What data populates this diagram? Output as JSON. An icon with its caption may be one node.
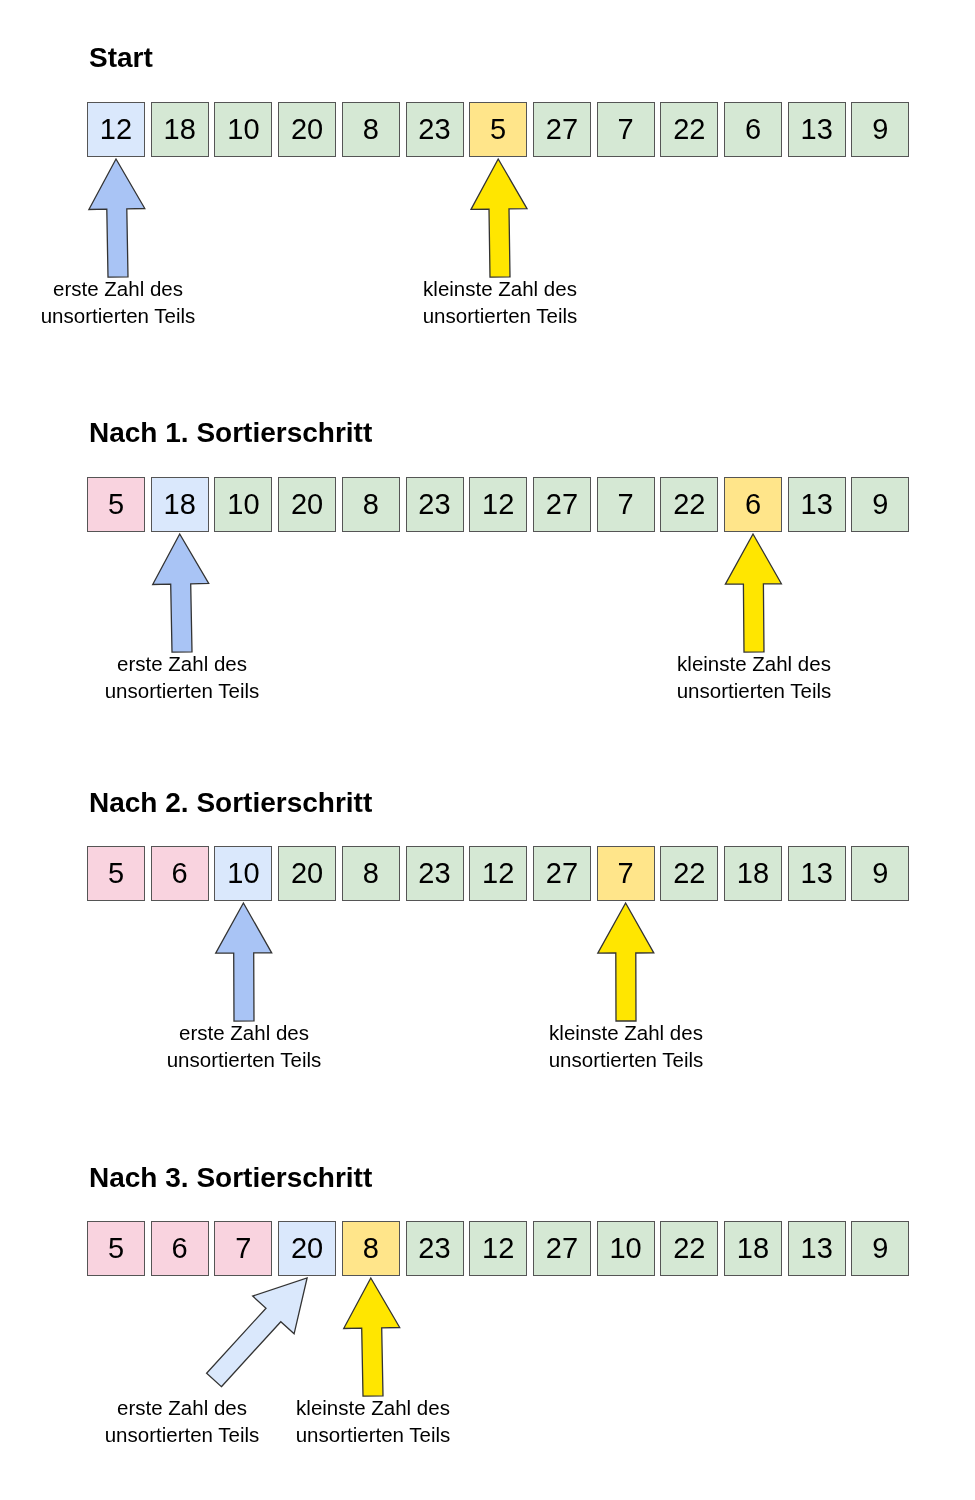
{
  "diagram": {
    "nodes": [
      {
        "text": [
          "12"
        ]
      },
      {
        "text": [
          "18"
        ]
      },
      {
        "text": [
          "10"
        ]
      },
      {
        "text": [
          "20"
        ]
      },
      {
        "text": [
          "8"
        ]
      },
      {
        "text": [
          "23"
        ]
      },
      {
        "text": [
          "5"
        ]
      },
      {
        "text": [
          "27"
        ]
      },
      {
        "text": [
          "7"
        ]
      },
      {
        "text": [
          "22"
        ]
      },
      {
        "text": [
          "6"
        ]
      },
      {
        "text": [
          "13"
        ]
      },
      {
        "text": [
          "9"
        ]
      },
      {
        "text": [
          "erste Zahl des unsortierten Teils"
        ]
      },
      {
        "text": [
          "kleinste Zahl des unsortierten Teils"
        ]
      },
      {
        "text": [
          "5"
        ]
      },
      {
        "text": [
          "18"
        ]
      },
      {
        "text": [
          "10"
        ]
      },
      {
        "text": [
          "20"
        ]
      },
      {
        "text": [
          "8"
        ]
      },
      {
        "text": [
          "23"
        ]
      },
      {
        "text": [
          "12"
        ]
      },
      {
        "text": [
          "27"
        ]
      },
      {
        "text": [
          "7"
        ]
      },
      {
        "text": [
          "22"
        ]
      },
      {
        "text": [
          "6"
        ]
      },
      {
        "text": [
          "13"
        ]
      },
      {
        "text": [
          "9"
        ]
      },
      {
        "text": [
          "erste Zahl des unsortierten Teils"
        ]
      },
      {
        "text": [
          "kleinste Zahl des unsortierten Teils"
        ]
      },
      {
        "text": [
          "5"
        ]
      },
      {
        "text": [
          "6"
        ]
      },
      {
        "text": [
          "10"
        ]
      },
      {
        "text": [
          "20"
        ]
      },
      {
        "text": [
          "8"
        ]
      },
      {
        "text": [
          "23"
        ]
      },
      {
        "text": [
          "12"
        ]
      },
      {
        "text": [
          "27"
        ]
      },
      {
        "text": [
          "7"
        ]
      },
      {
        "text": [
          "22"
        ]
      },
      {
        "text": [
          "18"
        ]
      },
      {
        "text": [
          "13"
        ]
      },
      {
        "text": [
          "9"
        ]
      },
      {
        "text": [
          "erste Zahl des unsortierten Teils"
        ]
      },
      {
        "text": [
          "kleinste Zahl des unsortierten Teils"
        ]
      },
      {
        "text": [
          "5"
        ]
      },
      {
        "text": [
          "6"
        ]
      },
      {
        "text": [
          "7"
        ]
      },
      {
        "text": [
          "20"
        ]
      },
      {
        "text": [
          "8"
        ]
      },
      {
        "text": [
          "23"
        ]
      },
      {
        "text": [
          "12"
        ]
      },
      {
        "text": [
          "27"
        ]
      },
      {
        "text": [
          "10"
        ]
      },
      {
        "text": [
          "22"
        ]
      },
      {
        "text": [
          "18"
        ]
      },
      {
        "text": [
          "13"
        ]
      },
      {
        "text": [
          "9"
        ]
      },
      {
        "text": [
          "erste Zahl des unsortierten Teils"
        ]
      },
      {
        "text": [
          "kleinste Zahl des unsortierten Teils"
        ]
      }
    ],
    "edges": [
      {
        "from": 13,
        "to": 0,
        "arrow": "to",
        "color": "#a9c4f5"
      },
      {
        "from": 14,
        "to": 6,
        "arrow": "to",
        "color": "#ffe600"
      },
      {
        "from": 28,
        "to": 16,
        "arrow": "to",
        "color": "#a9c4f5"
      },
      {
        "from": 29,
        "to": 25,
        "arrow": "to",
        "color": "#ffe600"
      },
      {
        "from": 43,
        "to": 32,
        "arrow": "to",
        "color": "#a9c4f5"
      },
      {
        "from": 44,
        "to": 38,
        "arrow": "to",
        "color": "#ffe600"
      },
      {
        "from": 58,
        "to": 48,
        "arrow": "to",
        "color": "#dae8fc"
      },
      {
        "from": 59,
        "to": 49,
        "arrow": "to",
        "color": "#ffe600"
      }
    ],
    "labels": [
      "Start",
      "Nach 1. Sortierschritt",
      "Nach 2. Sortierschritt",
      "Nach 3. Sortierschritt"
    ]
  }
}
